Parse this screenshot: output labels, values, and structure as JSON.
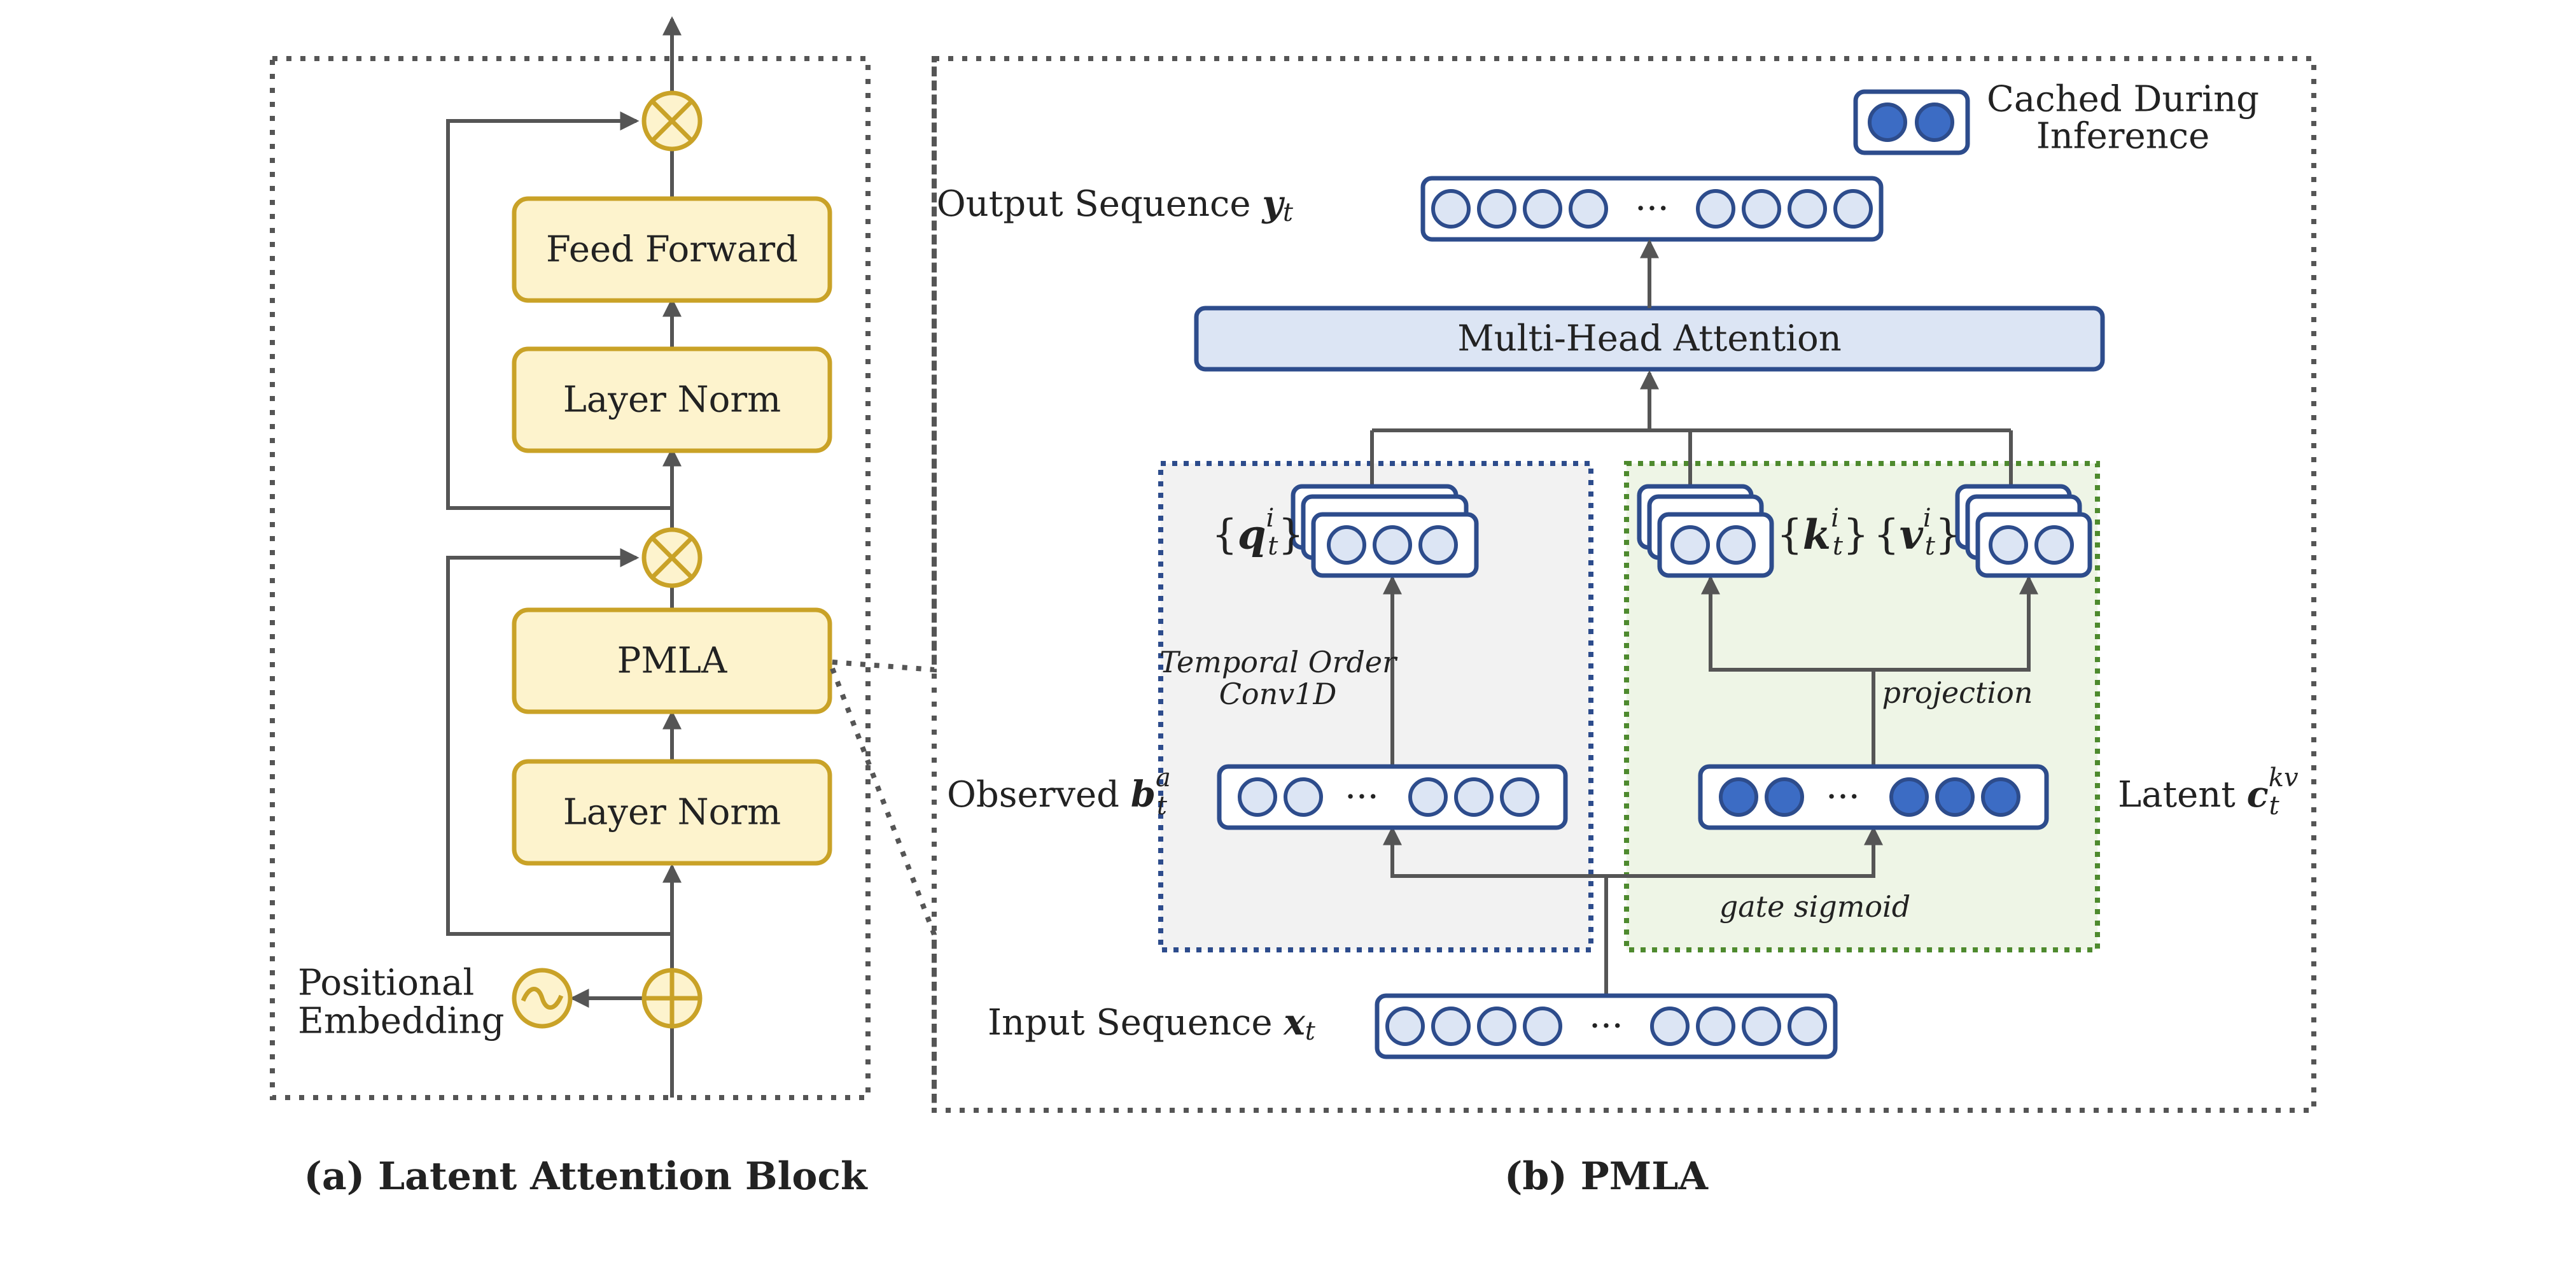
{
  "panel_a": {
    "caption": "(a) Latent Attention Block",
    "blocks": {
      "feed_forward": "Feed Forward",
      "layer_norm_top": "Layer Norm",
      "pmla": "PMLA",
      "layer_norm_bottom": "Layer Norm"
    },
    "positional_embedding": {
      "line1": "Positional",
      "line2": "Embedding"
    }
  },
  "panel_b": {
    "caption": "(b) PMLA",
    "legend": {
      "line1": "Cached During",
      "line2": "Inference"
    },
    "output_sequence": {
      "label": "Output Sequence",
      "symbol": "y",
      "subscript": "t"
    },
    "input_sequence": {
      "label": "Input Sequence",
      "symbol": "x",
      "subscript": "t"
    },
    "attention": "Multi-Head Attention",
    "observed": {
      "label": "Observed",
      "symbol": "b",
      "subscript": "t",
      "superscript": "a"
    },
    "latent": {
      "label": "Latent",
      "symbol": "c",
      "subscript": "t",
      "superscript": "kv"
    },
    "query": {
      "open": "{",
      "symbol": "q",
      "subscript": "t",
      "superscript": "i",
      "close": "}"
    },
    "key": {
      "open": "{",
      "symbol": "k",
      "subscript": "t",
      "superscript": "i",
      "close": "}"
    },
    "value": {
      "open": "{",
      "symbol": "v",
      "subscript": "t",
      "superscript": "i",
      "close": "}"
    },
    "conv_label": {
      "line1": "Temporal Order",
      "line2": "Conv1D"
    },
    "projection_label": "projection",
    "gate_label": "gate sigmoid",
    "ellipsis": "···"
  },
  "colors": {
    "yellow_fill": "#FDF3CD",
    "yellow_stroke": "#C9A227",
    "navy": "#2D4C8C",
    "token_light": "#DCE5F4",
    "token_dark": "#3C6CC4",
    "attention_fill": "#DCE5F4",
    "gray_panel": "#F2F2F2",
    "green_panel": "#EEF5E6",
    "blue_dots": "#2D4C8C",
    "green_dots": "#4E8A2E",
    "arrow": "#555555"
  }
}
